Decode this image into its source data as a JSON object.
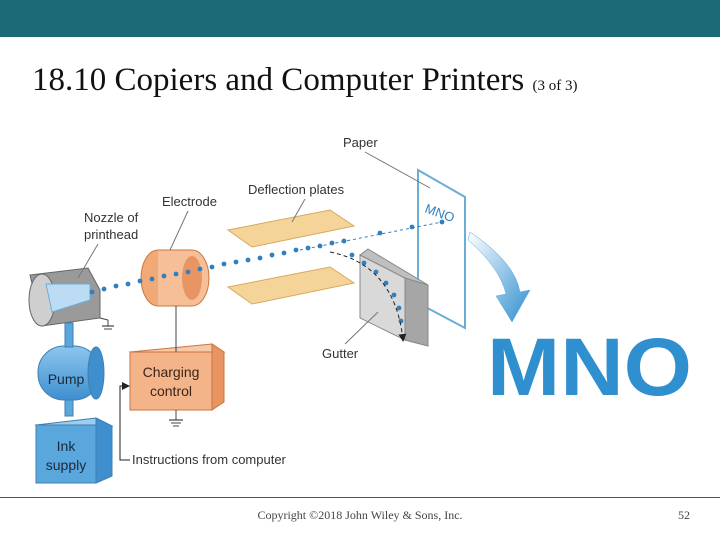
{
  "slide": {
    "title": "18.10 Copiers and Computer Printers",
    "title_suffix": "(3 of 3)",
    "copyright": "Copyright ©2018 John Wiley & Sons, Inc.",
    "page_number": "52"
  },
  "diagram": {
    "labels": {
      "paper": "Paper",
      "deflection_plates": "Deflection plates",
      "electrode": "Electrode",
      "nozzle_line1": "Nozzle of",
      "nozzle_line2": "printhead",
      "gutter": "Gutter",
      "pump": "Pump",
      "charging_line1": "Charging",
      "charging_line2": "control",
      "ink_line1": "Ink",
      "ink_line2": "supply",
      "instructions": "Instructions from computer",
      "paper_text": "MNO",
      "output_text": "MNO"
    },
    "colors": {
      "header": "#1c6a77",
      "droplet": "#2f7fc1",
      "plate": "#f5d49a",
      "electrode": "#f2a978",
      "box_blue": "#5aa7dd",
      "box_orange": "#f4b48a",
      "output_text": "#2f8fcf"
    }
  }
}
